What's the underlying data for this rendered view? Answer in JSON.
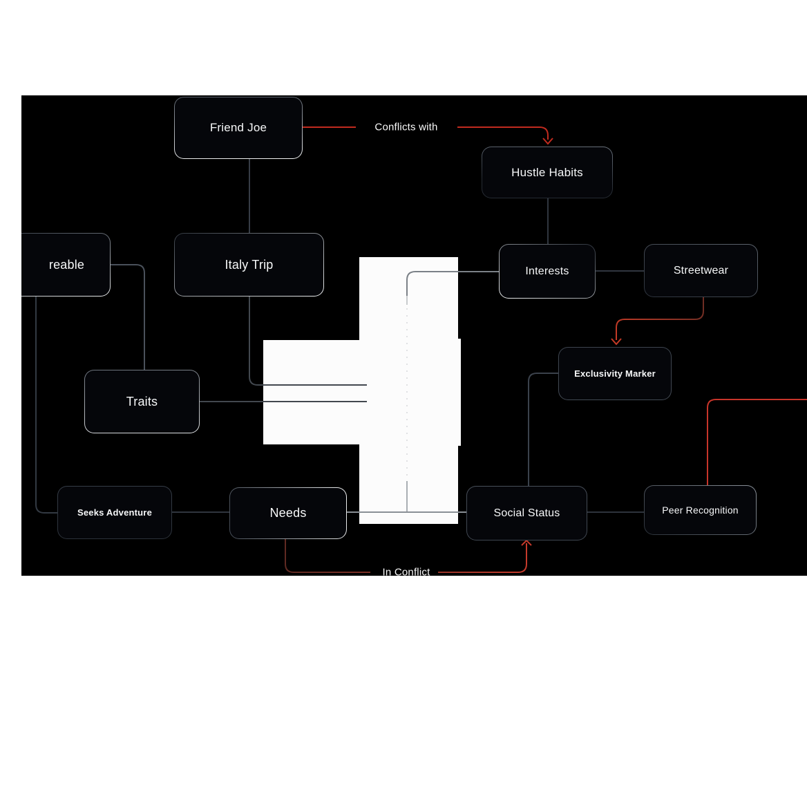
{
  "app": {
    "type": "diagram-whiteboard",
    "page_background": "#ffffff",
    "canvas_background": "#000000"
  },
  "nodes": [
    {
      "id": "friend-joe",
      "label": "Friend Joe"
    },
    {
      "id": "hustle-habits",
      "label": "Hustle Habits"
    },
    {
      "id": "italy-trip",
      "label": "Italy Trip"
    },
    {
      "id": "reable",
      "label": "reable"
    },
    {
      "id": "traits",
      "label": "Traits"
    },
    {
      "id": "interests",
      "label": "Interests"
    },
    {
      "id": "streetwear",
      "label": "Streetwear"
    },
    {
      "id": "exclusivity-marker",
      "label": "Exclusivity Marker"
    },
    {
      "id": "seeks-adventure",
      "label": "Seeks Adventure"
    },
    {
      "id": "needs",
      "label": "Needs"
    },
    {
      "id": "social-status",
      "label": "Social Status"
    },
    {
      "id": "peer-recognition",
      "label": "Peer Recognition"
    }
  ],
  "edges": [
    {
      "from": "Friend Joe",
      "to": "Hustle Habits",
      "label": "Conflicts with",
      "style": "red-arrow"
    },
    {
      "from": "Friend Joe",
      "to": "Italy Trip",
      "style": "gray"
    },
    {
      "from": "reable",
      "to": "Traits",
      "style": "gray"
    },
    {
      "from": "reable",
      "to": "Seeks Adventure",
      "style": "gray"
    },
    {
      "from": "Seeks Adventure",
      "to": "Needs",
      "style": "gray"
    },
    {
      "from": "Needs",
      "to": "Social Status",
      "style": "gray"
    },
    {
      "from": "Hustle Habits",
      "to": "Interests",
      "style": "gray"
    },
    {
      "from": "Interests",
      "to": "Streetwear",
      "style": "gray"
    },
    {
      "from": "Streetwear",
      "to": "Exclusivity Marker",
      "style": "red-arrow"
    },
    {
      "from": "Exclusivity Marker",
      "to": "Social Status",
      "style": "gray"
    },
    {
      "from": "Social Status",
      "to": "Peer Recognition",
      "style": "gray"
    },
    {
      "from": "Needs",
      "to": "Social Status",
      "label": "In Conflict",
      "style": "red-arrow"
    },
    {
      "from": "Peer Recognition",
      "to": "(off-canvas right)",
      "style": "red"
    },
    {
      "from": "Italy Trip",
      "to": "(hidden under white shape)",
      "style": "gray"
    },
    {
      "from": "Traits",
      "to": "(hidden under white shape)",
      "style": "gray"
    },
    {
      "from": "Interests",
      "to": "(hidden under white shape)",
      "style": "gray-faded"
    }
  ],
  "overlays": {
    "white_cover_shape": "white cross-shaped blob covering central node"
  },
  "colors": {
    "edge_red": "#c22b1f",
    "edge_red_dark": "#5f2a22",
    "edge_gray_dark": "#3a4048",
    "edge_gray_light": "#8a9096",
    "node_fill": "#05060a",
    "node_text": "#f7f8f9",
    "cover_shape": "#fcfcfc"
  }
}
